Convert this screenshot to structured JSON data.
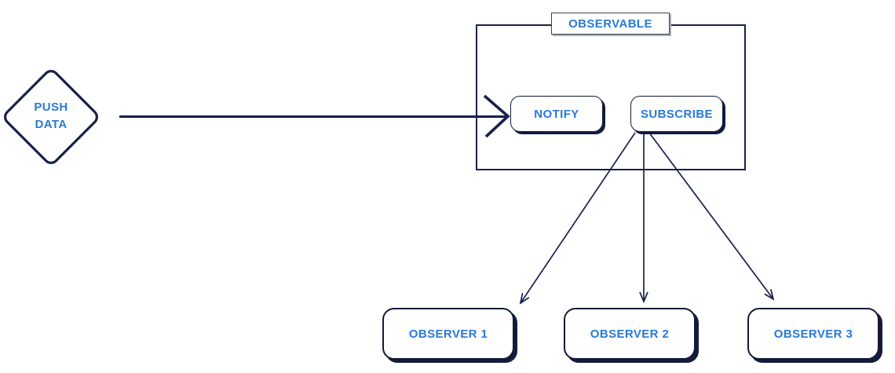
{
  "push_data": {
    "line1": "PUSH",
    "line2": "DATA"
  },
  "observable": {
    "label": "OBSERVABLE",
    "notify_label": "NOTIFY",
    "subscribe_label": "SUBSCRIBE"
  },
  "observers": [
    {
      "label": "OBSERVER 1"
    },
    {
      "label": "OBSERVER 2"
    },
    {
      "label": "OBSERVER 3"
    }
  ],
  "colors": {
    "navy": "#18204a",
    "blue": "#2979d8"
  }
}
